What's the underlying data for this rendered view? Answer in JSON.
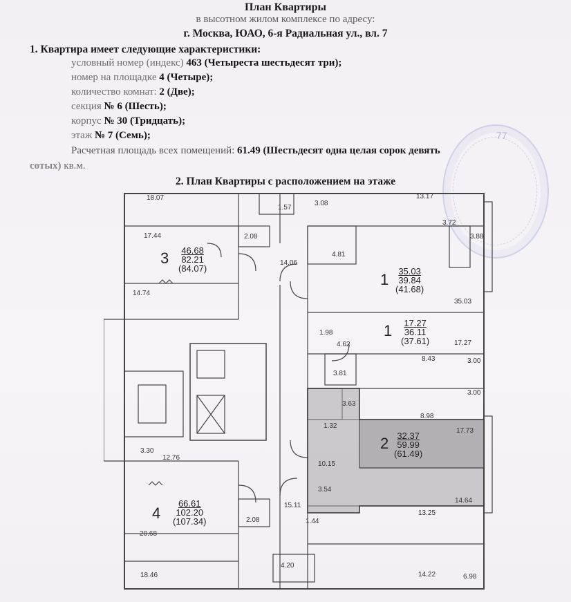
{
  "doc": {
    "title": "План Квартиры",
    "subtitle": "в высотном жилом комплексе по адресу:",
    "address": "г. Москва, ЮАО, 6-я Радиальная ул., вл. 7",
    "section1_heading": "1. Квартира имеет следующие характеристики:",
    "lines": [
      {
        "label": "условный номер (индекс)",
        "value": "463 (Четыреста шестьдесят три);"
      },
      {
        "label": "номер на площадке",
        "value": "4 (Четыре);"
      },
      {
        "label": "количество комнат:",
        "value": "2 (Две);"
      },
      {
        "label": "секция",
        "value": "№ 6 (Шесть);"
      },
      {
        "label": "корпус",
        "value": "№ 30 (Тридцать);"
      },
      {
        "label": "этаж",
        "value": "№ 7 (Семь);"
      }
    ],
    "area_label": "Расчетная площадь всех помещений:",
    "area_value": "61.49 (Шестьдесят одна целая сорок девять",
    "area_value_cont": "сотых)",
    "area_unit": "кв.м.",
    "section2_heading": "2. План Квартиры с расположением на этаже",
    "stamp_text": "77"
  },
  "plan": {
    "apartments": [
      {
        "id": "3",
        "a": "46.68",
        "b": "82.21",
        "c": "(84.07)"
      },
      {
        "id": "1",
        "a": "35.03",
        "b": "39.84",
        "c": "(41.68)"
      },
      {
        "id": "1",
        "a": "17.27",
        "b": "36.11",
        "c": "(37.61)"
      },
      {
        "id": "2",
        "a": "32.37",
        "b": "59.99",
        "c": "(61.49)"
      },
      {
        "id": "4",
        "a": "66.61",
        "b": "102.20",
        "c": "(107.34)"
      }
    ],
    "labels": {
      "l1": "18.07",
      "l2": "1.57",
      "l3": "3.08",
      "l4": "13.17",
      "l5": "17.44",
      "l6": "2.08",
      "l7": "3.72",
      "l8": "3.88",
      "l9": "4.81",
      "l10": "14.06",
      "l11": "14.74",
      "l12": "35.03",
      "l13": "1.98",
      "l14": "4.62",
      "l15": "17.27",
      "l16": "8.43",
      "l17": "3.00",
      "l18": "3.81",
      "l19": "3.63",
      "l20": "3.00",
      "l21": "8.98",
      "l22": "1.32",
      "l23": "17.73",
      "l24": "3.30",
      "l25": "12.76",
      "l26": "10.15",
      "l27": "3.54",
      "l28": "14.64",
      "l29": "15.11",
      "l30": "13.25",
      "l31": "2.08",
      "l32": "1.44",
      "l33": "20.68",
      "l34": "4.20",
      "l35": "18.46",
      "l36": "14.22",
      "l37": "6.98"
    }
  }
}
